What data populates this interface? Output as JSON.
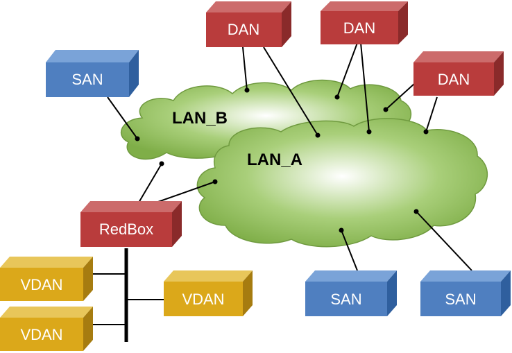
{
  "colors": {
    "dan": "#b93c3c",
    "san": "#4f7fc0",
    "redbox": "#b93c3c",
    "vdan": "#dba81a",
    "cloud": "#a9cf7a",
    "line": "#000000"
  },
  "labels": {
    "lan_a": "LAN_A",
    "lan_b": "LAN_B",
    "san_top_left": "SAN",
    "dan_top_1": "DAN",
    "dan_top_2": "DAN",
    "dan_right": "DAN",
    "redbox": "RedBox",
    "vdan_1": "VDAN",
    "vdan_2": "VDAN",
    "vdan_3": "VDAN",
    "san_bottom_1": "SAN",
    "san_bottom_2": "SAN"
  }
}
